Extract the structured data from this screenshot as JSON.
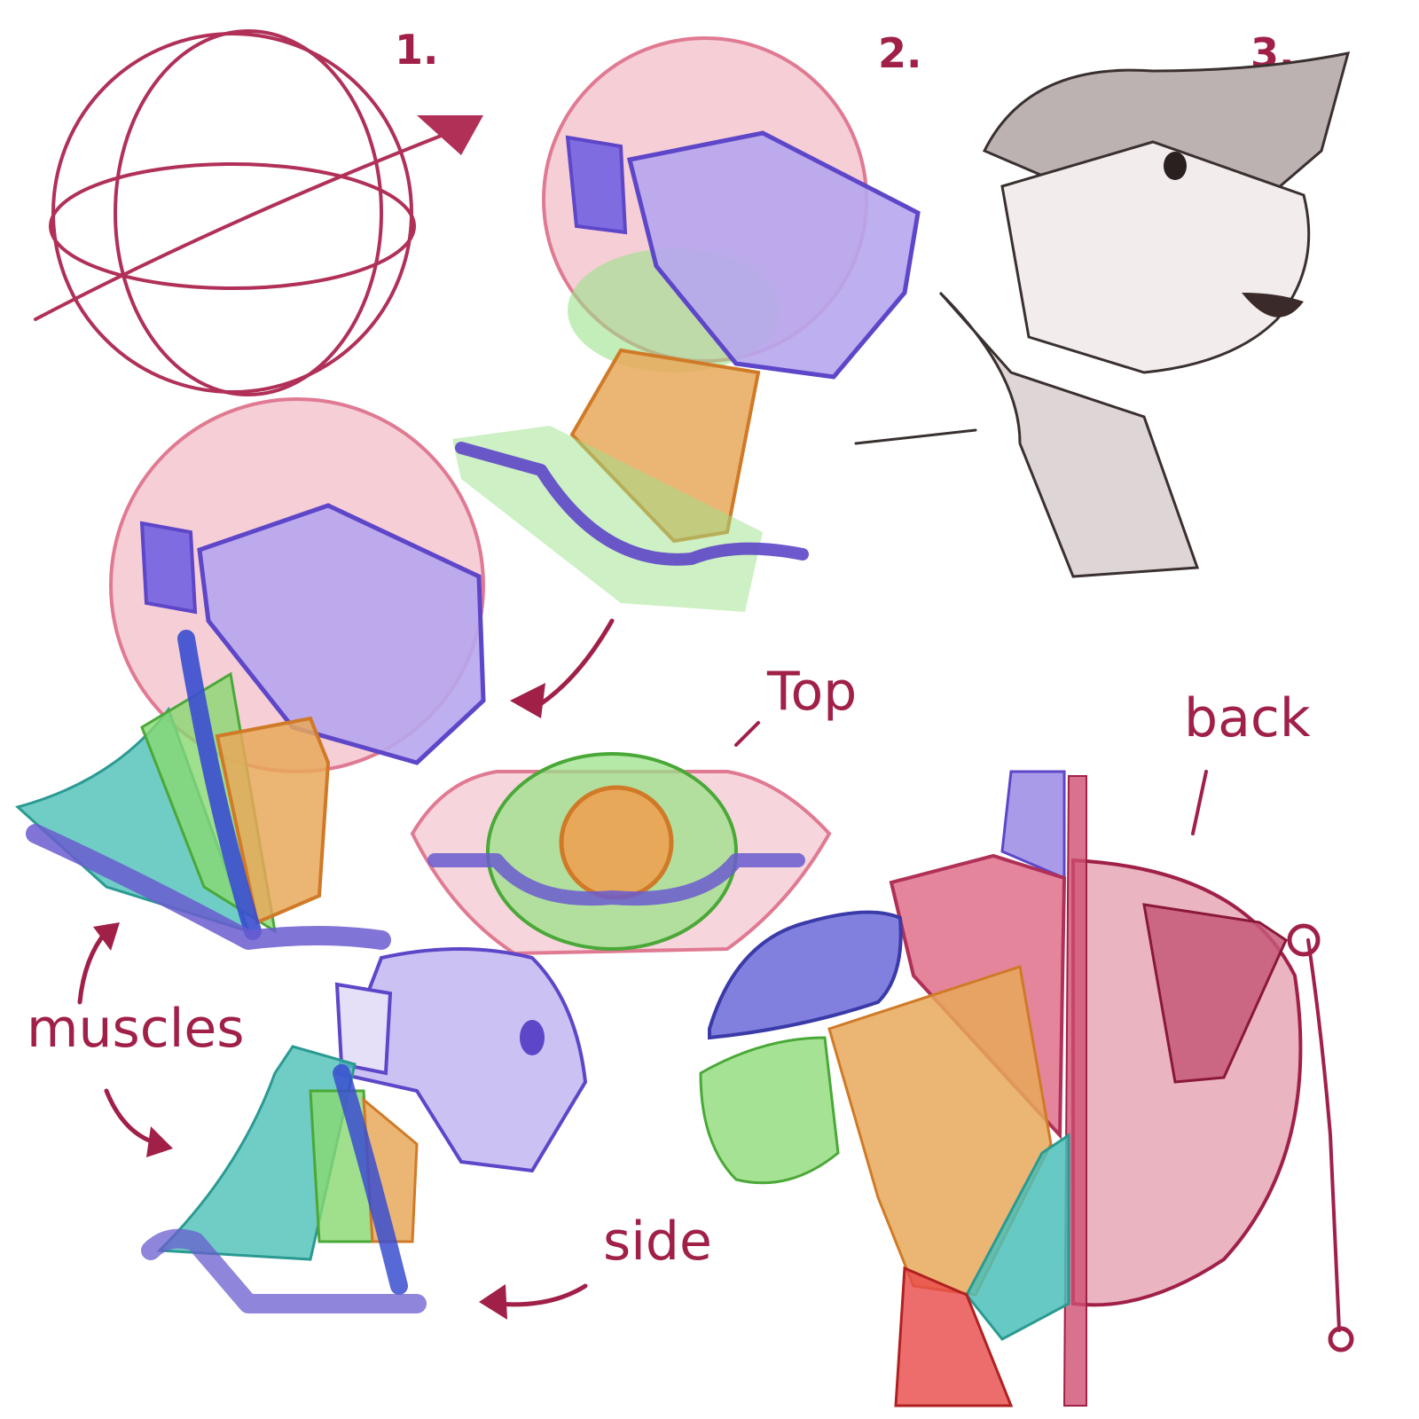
{
  "steps": {
    "one": "1.",
    "two": "2.",
    "three": "3."
  },
  "labels": {
    "top": "Top",
    "back": "back",
    "muscles": "muscles",
    "side": "side"
  },
  "colors": {
    "ink": "#a02048",
    "skull": "#e8a0b0",
    "jaw": "#9b86e0",
    "jaw_line": "#5e46c9",
    "neck_core": "#e8a85a",
    "trapezius": "#4cc0b8",
    "scalene": "#88d870",
    "clavicle": "#6a5ccf",
    "pectoral": "#e0708a",
    "deltoid": "#6c6ad8",
    "sketch_grey": "#8a8080"
  }
}
